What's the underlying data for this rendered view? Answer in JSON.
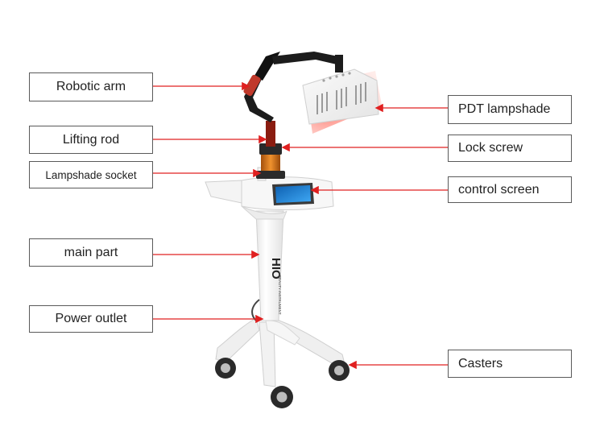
{
  "diagram": {
    "labels": {
      "robotic_arm": "Robotic arm",
      "lifting_rod": "Lifting rod",
      "lampshade_socket": "Lampshade socket",
      "main_part": "main part",
      "power_outlet": "Power outlet",
      "pdt_lampshade": "PDT lampshade",
      "lock_screw": "Lock screw",
      "control_screen": "control screen",
      "casters": "Casters"
    },
    "brand": {
      "logo_text": "HIO",
      "sub_text": "BEAUTY INSTRUMENT"
    },
    "colors": {
      "arrow": "#e02020",
      "box_border": "#5a5a5a",
      "device_body": "#f4f4f4",
      "arm": "#1c1c1c",
      "lamp_glow": "#ff8a80",
      "socket_orange": "#d9771c"
    }
  }
}
